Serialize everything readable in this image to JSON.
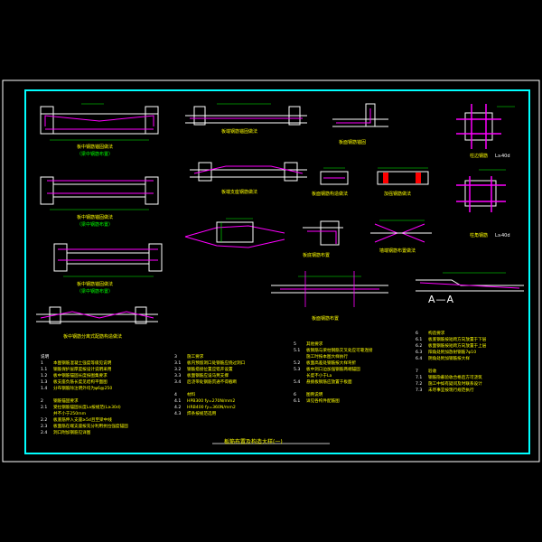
{
  "drawing": {
    "colors": {
      "background": "#000000",
      "outer_frame": "#ffffff",
      "inner_frame": "#00ffff",
      "concrete": "#ffffff",
      "rebar": "#ff00ff",
      "dimension": "#00ff00",
      "text": "#ffff00",
      "hatch": "#ff0000"
    },
    "title": "板筋布置及构造大样(一)",
    "details": [
      {
        "label": "板中钢筋锚固做法",
        "sub": "（梁中钢筋布置）"
      },
      {
        "label": "板中钢筋锚固做法",
        "sub": "（梁中钢筋布置）"
      },
      {
        "label": "板中钢筋锚固做法",
        "sub": "（梁中钢筋布置）"
      },
      {
        "label": "板中钢筋分离式配筋构造做法",
        "sub": ""
      },
      {
        "label": "板端钢筋锚固做法",
        "sub": ""
      },
      {
        "label": "板端支座钢筋做法",
        "sub": ""
      },
      {
        "label": "板面钢筋锚固",
        "sub": ""
      },
      {
        "label": "板面钢筋构造做法",
        "sub": ""
      },
      {
        "label": "板底钢筋布置",
        "sub": ""
      },
      {
        "label": "加强钢筋做法",
        "sub": ""
      },
      {
        "label": "墙端钢筋布置做法",
        "sub": ""
      },
      {
        "label": "板面钢筋布置",
        "sub": ""
      },
      {
        "label": "柱边钢筋",
        "sub": "L≥40d"
      },
      {
        "label": "柱角钢筋",
        "sub": "L≥40d"
      }
    ],
    "section_label": "A—A",
    "notes_col1": [
      {
        "num": "说明",
        "text": ""
      },
      {
        "num": "1",
        "text": "本图钢筋混凝土强度等级见说明"
      },
      {
        "num": "1.1",
        "text": "钢筋保护层厚度按设计说明采用"
      },
      {
        "num": "1.2",
        "text": "板中钢筋锚固长度按图集要求"
      },
      {
        "num": "1.3",
        "text": "板支座负筋长度见结构平面图"
      },
      {
        "num": "1.4",
        "text": "分布钢筋除注明外均为φ6@250"
      },
      {
        "num": "",
        "text": ""
      },
      {
        "num": "2",
        "text": "钢筋锚固要求"
      },
      {
        "num": "2.1",
        "text": "受拉钢筋锚固长度La按规范(L≥30d)"
      },
      {
        "num": "",
        "text": "并不小于250mm"
      },
      {
        "num": "2.2",
        "text": "板底筋伸入支座≥5d且至梁中线"
      },
      {
        "num": "2.3",
        "text": "板面筋在端支座按充分利用抗拉强度锚固"
      },
      {
        "num": "2.4",
        "text": "洞口附加钢筋见详图"
      }
    ],
    "notes_col2": [
      {
        "num": "3",
        "text": "施工要求"
      },
      {
        "num": "3.1",
        "text": "板内预留洞口处钢筋应绕过洞口"
      },
      {
        "num": "3.2",
        "text": "钢筋搭接位置应错开设置"
      },
      {
        "num": "3.3",
        "text": "板面钢筋应设马凳支撑"
      },
      {
        "num": "3.4",
        "text": "后浇带处钢筋贯通不得截断"
      },
      {
        "num": "",
        "text": ""
      },
      {
        "num": "4",
        "text": "材料"
      },
      {
        "num": "4.1",
        "text": "HPB300 fy=270N/mm2"
      },
      {
        "num": "4.2",
        "text": "HRB400 fy=360N/mm2"
      },
      {
        "num": "4.3",
        "text": "焊条按规范选用"
      }
    ],
    "notes_col3": [
      {
        "num": "5",
        "text": "其他要求"
      },
      {
        "num": "5.1",
        "text": "板钢筋与梁柱钢筋交叉处应可靠连接"
      },
      {
        "num": "",
        "text": "施工时按本图大样执行"
      },
      {
        "num": "5.2",
        "text": "板面高差处钢筋按大样弯折"
      },
      {
        "num": "5.3",
        "text": "板中洞口边加强钢筋两端锚固"
      },
      {
        "num": "",
        "text": "长度不小于La"
      },
      {
        "num": "5.4",
        "text": "悬挑板钢筋应放置于板面"
      },
      {
        "num": "",
        "text": ""
      },
      {
        "num": "6",
        "text": "图例说明"
      },
      {
        "num": "6.1",
        "text": "详见各构件配筋图"
      }
    ],
    "notes_col4": [
      {
        "num": "6",
        "text": "构造要求"
      },
      {
        "num": "6.1",
        "text": "板底钢筋按短跨方向放置于下层"
      },
      {
        "num": "6.2",
        "text": "板面钢筋按短跨方向放置于上层"
      },
      {
        "num": "6.3",
        "text": "阳角处附加放射钢筋7φ10"
      },
      {
        "num": "6.4",
        "text": "阴角处附加钢筋按大样"
      },
      {
        "num": "",
        "text": ""
      },
      {
        "num": "7",
        "text": "验收"
      },
      {
        "num": "7.1",
        "text": "钢筋隐蔽验收合格后方可浇筑"
      },
      {
        "num": "7.2",
        "text": "施工中如有疑问及时联系设计"
      },
      {
        "num": "7.3",
        "text": "未尽事宜按现行规范执行"
      }
    ]
  }
}
